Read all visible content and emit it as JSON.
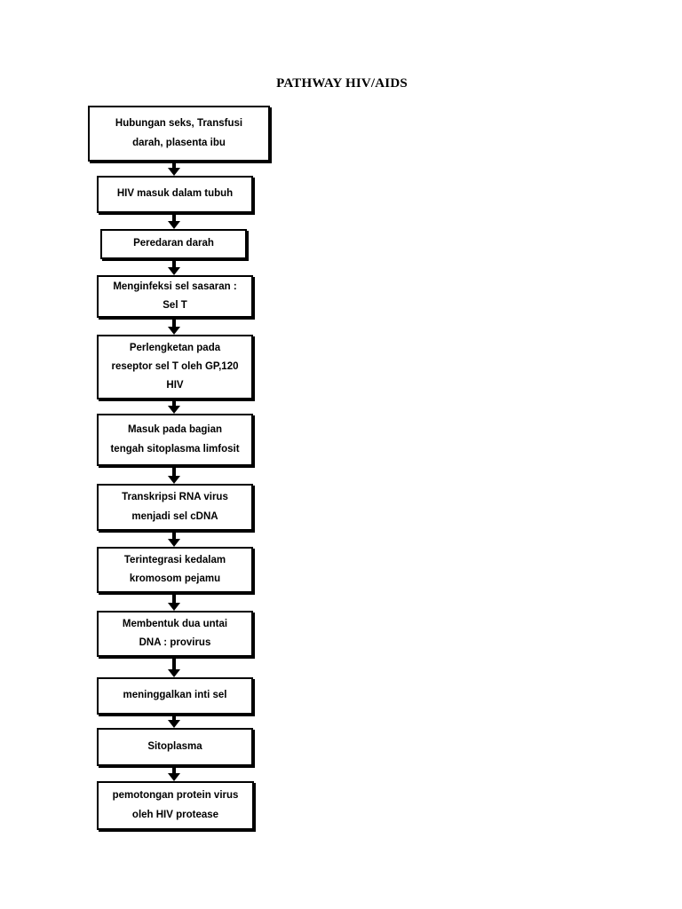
{
  "document": {
    "title": "PATHWAY HIV/AIDS",
    "background_color": "#ffffff",
    "ink_color": "#000000"
  },
  "diagram": {
    "type": "flowchart",
    "orientation": "vertical",
    "node_count": 12,
    "connector": "down-arrow",
    "nodes": [
      {
        "id": "n1",
        "text": "Hubungan seks, Transfusi\ndarah, plasenta ibu"
      },
      {
        "id": "n2",
        "text": "HIV masuk dalam tubuh"
      },
      {
        "id": "n3",
        "text": "Peredaran darah"
      },
      {
        "id": "n4",
        "text": "Menginfeksi sel sasaran :\nSel T"
      },
      {
        "id": "n5",
        "text": "Perlengketan pada\nreseptor sel T oleh GP,120\nHIV"
      },
      {
        "id": "n6",
        "text": "Masuk pada bagian\ntengah sitoplasma limfosit"
      },
      {
        "id": "n7",
        "text": "Transkripsi RNA virus\nmenjadi sel cDNA"
      },
      {
        "id": "n8",
        "text": "Terintegrasi kedalam\nkromosom pejamu"
      },
      {
        "id": "n9",
        "text": "Membentuk dua  untai\nDNA : provirus"
      },
      {
        "id": "n10",
        "text": "meninggalkan inti sel"
      },
      {
        "id": "n11",
        "text": "Sitoplasma"
      },
      {
        "id": "n12",
        "text": "pemotongan protein virus\noleh HIV protease"
      }
    ],
    "edges": [
      {
        "from": "n1",
        "to": "n2"
      },
      {
        "from": "n2",
        "to": "n3"
      },
      {
        "from": "n3",
        "to": "n4"
      },
      {
        "from": "n4",
        "to": "n5"
      },
      {
        "from": "n5",
        "to": "n6"
      },
      {
        "from": "n6",
        "to": "n7"
      },
      {
        "from": "n7",
        "to": "n8"
      },
      {
        "from": "n8",
        "to": "n9"
      },
      {
        "from": "n9",
        "to": "n10"
      },
      {
        "from": "n10",
        "to": "n11"
      },
      {
        "from": "n11",
        "to": "n12"
      }
    ]
  }
}
